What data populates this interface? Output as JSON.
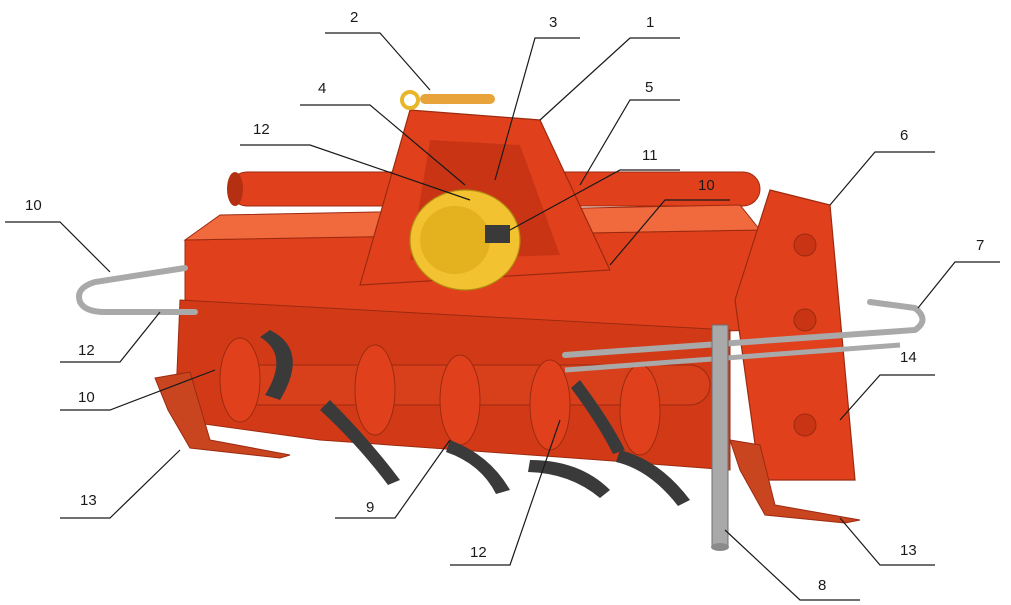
{
  "colors": {
    "body_red": "#e0411c",
    "body_red_dark": "#b52f12",
    "body_red_light": "#f06a3e",
    "blade_dark": "#3a3a3a",
    "gearbox_yellow": "#f2c230",
    "metal_gray": "#b8b8b8",
    "background": "#ffffff"
  },
  "callouts": [
    {
      "label": "1"
    },
    {
      "label": "2"
    },
    {
      "label": "3"
    },
    {
      "label": "4"
    },
    {
      "label": "5"
    },
    {
      "label": "6"
    },
    {
      "label": "7"
    },
    {
      "label": "8"
    },
    {
      "label": "9"
    },
    {
      "label": "10"
    },
    {
      "label": "10"
    },
    {
      "label": "10"
    },
    {
      "label": "11"
    },
    {
      "label": "12"
    },
    {
      "label": "12"
    },
    {
      "label": "12"
    },
    {
      "label": "13"
    },
    {
      "label": "13"
    },
    {
      "label": "14"
    }
  ]
}
